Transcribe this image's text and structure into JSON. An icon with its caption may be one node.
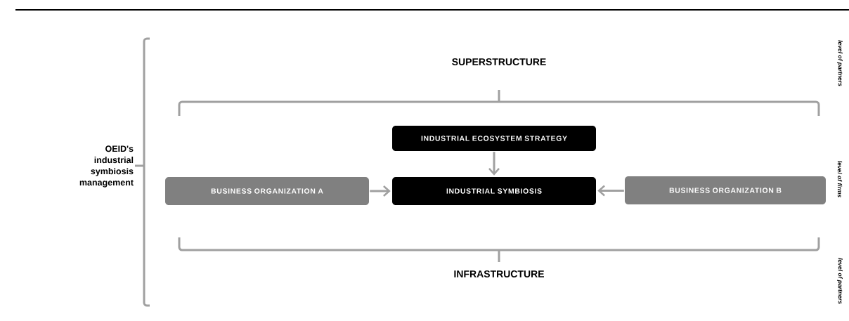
{
  "diagram": {
    "nodes": [
      {
        "text": [
          "INDUSTRIAL ECOSYSTEM STRATEGY"
        ]
      },
      {
        "text": [
          "BUSINESS ORGANIZATION A"
        ]
      },
      {
        "text": [
          "INDUSTRIAL SYMBIOSIS"
        ]
      },
      {
        "text": [
          "BUSINESS ORGANIZATION B"
        ]
      }
    ],
    "edges": [
      {
        "from": 0,
        "to": 2,
        "arrow": "to"
      },
      {
        "from": 1,
        "to": 2,
        "arrow": "to"
      },
      {
        "from": 3,
        "to": 2,
        "arrow": "to"
      }
    ],
    "labels": [
      "SUPERSTRUCTURE",
      "OEID's industrial symbiosis management",
      "INFRASTRUCTURE",
      "level of partners",
      "level of firms",
      "level of partners"
    ]
  }
}
